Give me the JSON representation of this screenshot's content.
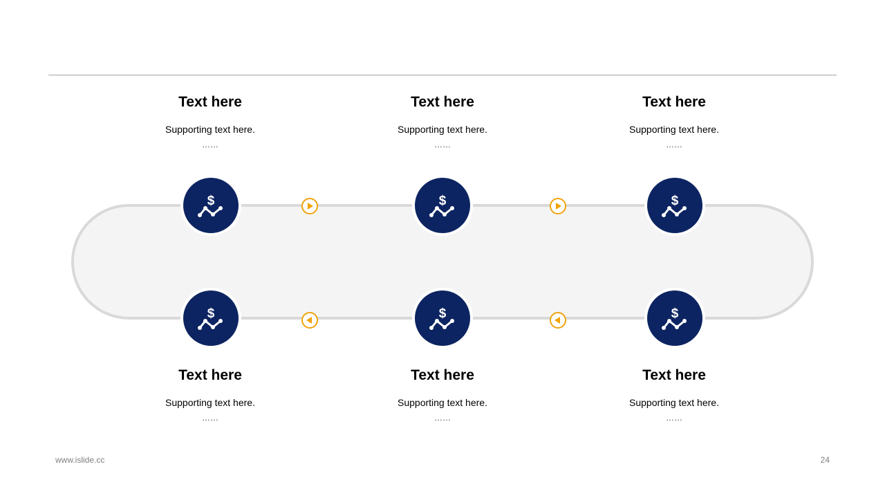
{
  "colors": {
    "node_fill": "#0c2461",
    "arrow": "#f0a30a",
    "track_stroke": "#d9d9d9",
    "track_fill": "#f7f7f7",
    "rule": "#a6a6a6"
  },
  "nodes": [
    {
      "row": "top",
      "col": 0,
      "icon": "dollar-trend-icon"
    },
    {
      "row": "top",
      "col": 1,
      "icon": "dollar-trend-icon"
    },
    {
      "row": "top",
      "col": 2,
      "icon": "dollar-trend-icon"
    },
    {
      "row": "bottom",
      "col": 0,
      "icon": "dollar-trend-icon"
    },
    {
      "row": "bottom",
      "col": 1,
      "icon": "dollar-trend-icon"
    },
    {
      "row": "bottom",
      "col": 2,
      "icon": "dollar-trend-icon"
    }
  ],
  "arrows": [
    {
      "row": "top",
      "direction": "right",
      "icon": "play-right-icon"
    },
    {
      "row": "top",
      "direction": "right",
      "icon": "play-right-icon"
    },
    {
      "row": "bottom",
      "direction": "left",
      "icon": "play-left-icon"
    },
    {
      "row": "bottom",
      "direction": "left",
      "icon": "play-left-icon"
    }
  ],
  "top_blocks": [
    {
      "title": "Text here",
      "support": "Supporting text here.",
      "dots": "……"
    },
    {
      "title": "Text here",
      "support": "Supporting text here.",
      "dots": "……"
    },
    {
      "title": "Text here",
      "support": "Supporting text here.",
      "dots": "……"
    }
  ],
  "bottom_blocks": [
    {
      "title": "Text here",
      "support": "Supporting text here.",
      "dots": "……"
    },
    {
      "title": "Text here",
      "support": "Supporting text here.",
      "dots": "……"
    },
    {
      "title": "Text here",
      "support": "Supporting text here.",
      "dots": "……"
    }
  ],
  "footer": {
    "url": "www.islide.cc",
    "page_number": "24"
  }
}
